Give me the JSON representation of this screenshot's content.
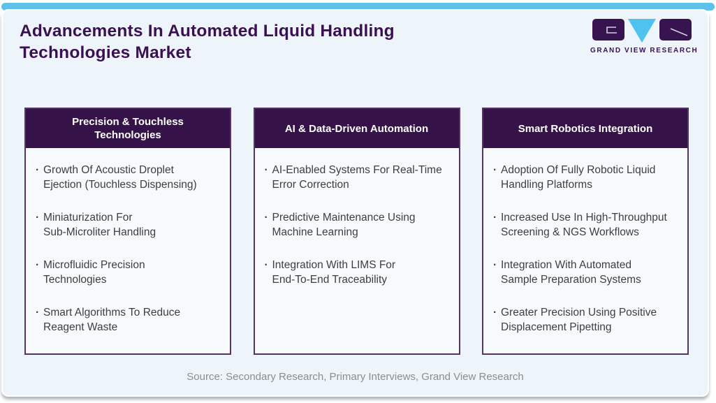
{
  "header": {
    "title": "Advancements In Automated Liquid Handling\nTechnologies Market",
    "logo_text": "GRAND VIEW RESEARCH"
  },
  "columns": [
    {
      "header": "Precision & Touchless\nTechnologies",
      "bullets": [
        "Growth Of Acoustic Droplet\nEjection (Touchless Dispensing)",
        "Miniaturization For\nSub-Microliter Handling",
        "Microfluidic Precision\nTechnologies",
        "Smart Algorithms To Reduce\nReagent Waste"
      ]
    },
    {
      "header": "AI & Data-Driven Automation",
      "bullets": [
        "AI-Enabled Systems For Real-Time\nError Correction",
        "Predictive Maintenance Using\nMachine Learning",
        "Integration With LIMS For\nEnd-To-End Traceability"
      ]
    },
    {
      "header": "Smart Robotics Integration",
      "bullets": [
        "Adoption Of Fully Robotic Liquid\nHandling Platforms",
        "Increased Use In High-Throughput\nScreening & NGS Workflows",
        "Integration With Automated\nSample Preparation Systems",
        "Greater Precision Using Positive\nDisplacement Pipetting"
      ]
    }
  ],
  "footer": {
    "source": "Source: Secondary Research, Primary Interviews, Grand View Research"
  },
  "colors": {
    "accent_blue": "#5DC1E9",
    "logo_triangle_blue": "#4EC3EF",
    "brand_purple": "#371450",
    "column_header_purple": "#351349",
    "column_border_purple": "#533463",
    "title_text": "#3B1053",
    "body_text": "#3E3E3E",
    "source_text": "#8D8D8D",
    "card_background": "#EDF4FA",
    "column_background": "#F7FAFD"
  }
}
